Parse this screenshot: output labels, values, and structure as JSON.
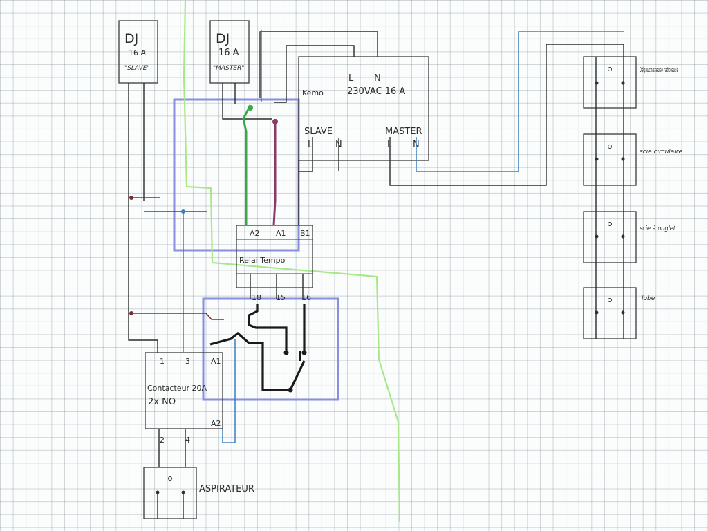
{
  "breakers": {
    "slave": {
      "title": "DJ",
      "rating": "16 A",
      "tag": "\"SLAVE\""
    },
    "master": {
      "title": "DJ",
      "rating": "16 A",
      "tag": "\"MASTER\""
    }
  },
  "kemo": {
    "name": "Kemo",
    "supply_l": "L",
    "supply_n": "N",
    "supply_text": "230VAC 16 A",
    "slave_label": "SLAVE",
    "master_label": "MASTER",
    "slave_l": "L",
    "slave_n": "N",
    "master_l": "L",
    "master_n": "N"
  },
  "relay": {
    "name": "Relai Tempo",
    "pins_top": [
      "A2",
      "A1",
      "B1"
    ],
    "pins_bottom": [
      "18",
      "15",
      "16"
    ]
  },
  "contactor": {
    "name": "Contacteur 20A",
    "type": "2x NO",
    "pins_top": [
      "1",
      "3",
      "A1"
    ],
    "pins_bottom": [
      "2",
      "4"
    ],
    "coil_bottom": "A2"
  },
  "aspirateur": {
    "label": "ASPIRATEUR"
  },
  "outlets": [
    {
      "label": "Dégauchisseuse raboteuse"
    },
    {
      "label": "scie circulaire"
    },
    {
      "label": "scie à onglet"
    },
    {
      "label": "lobe"
    }
  ],
  "colors": {
    "wire_black": "#2b2b2b",
    "wire_blue": "#3b7fbf",
    "wire_brown": "#7a3030",
    "wire_green": "#3aa84a",
    "wire_purple": "#8a3a6a",
    "frame_purple": "#8a8ee0",
    "marker_green": "#a8e88a"
  }
}
